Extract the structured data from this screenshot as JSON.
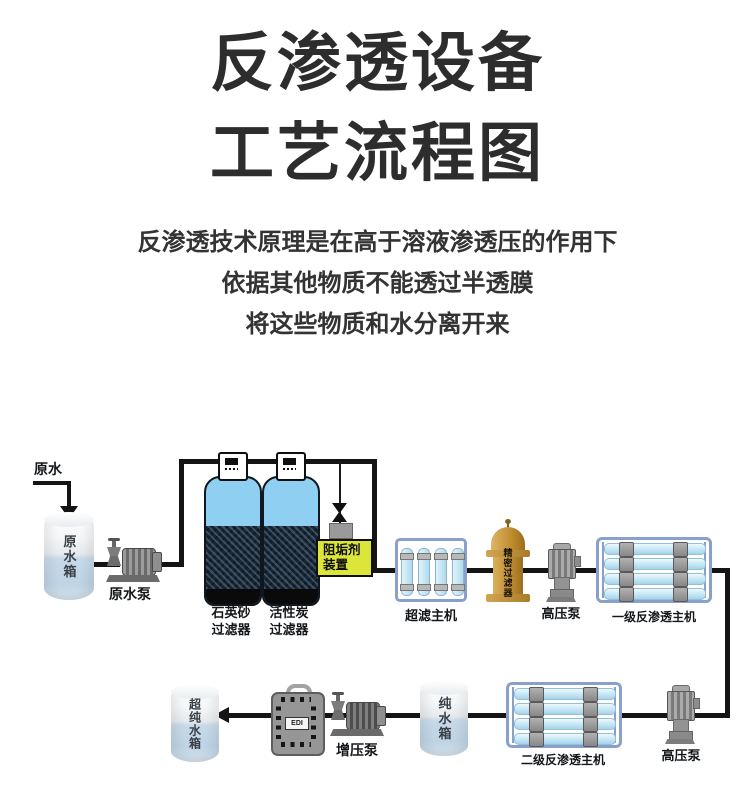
{
  "header": {
    "title_line1": "反渗透设备",
    "title_line2": "工艺流程图",
    "subtitle_line1": "反渗透技术原理是在高于溶液渗透压的作用下",
    "subtitle_line2": "依据其他物质不能透过半透膜",
    "subtitle_line3": "将这些物质和水分离开来"
  },
  "diagram": {
    "labels": {
      "raw_water": "原水",
      "raw_water_tank": "原水箱",
      "raw_water_pump": "原水泵",
      "quartz_filter_l1": "石英砂",
      "quartz_filter_l2": "过滤器",
      "carbon_filter_l1": "活性炭",
      "carbon_filter_l2": "过滤器",
      "scale_inhibitor_l1": "阻垢剂",
      "scale_inhibitor_l2": "装置",
      "uf_host": "超滤主机",
      "precision_filter": "精密过滤器",
      "high_pressure_pump_1": "高压泵",
      "ro_stage1": "一级反渗透主机",
      "high_pressure_pump_2": "高压泵",
      "ro_stage2": "二级反渗透主机",
      "pure_water_tank": "纯水箱",
      "booster_pump": "增压泵",
      "edi_device": "EDI",
      "ultrapure_water_tank": "超纯水箱"
    },
    "colors": {
      "pipe": "#141414",
      "filter_water": "#8fd0f2",
      "filter_media": "#182634",
      "tank_water": "#c0d5e6",
      "scale_inhibitor_bg": "#dce63a",
      "frame_blue": "#8aa0cc",
      "membrane_blue": "#bce3f3",
      "precision_gold": "#c08c2e",
      "pump_gray": "#8a8a8a"
    }
  }
}
